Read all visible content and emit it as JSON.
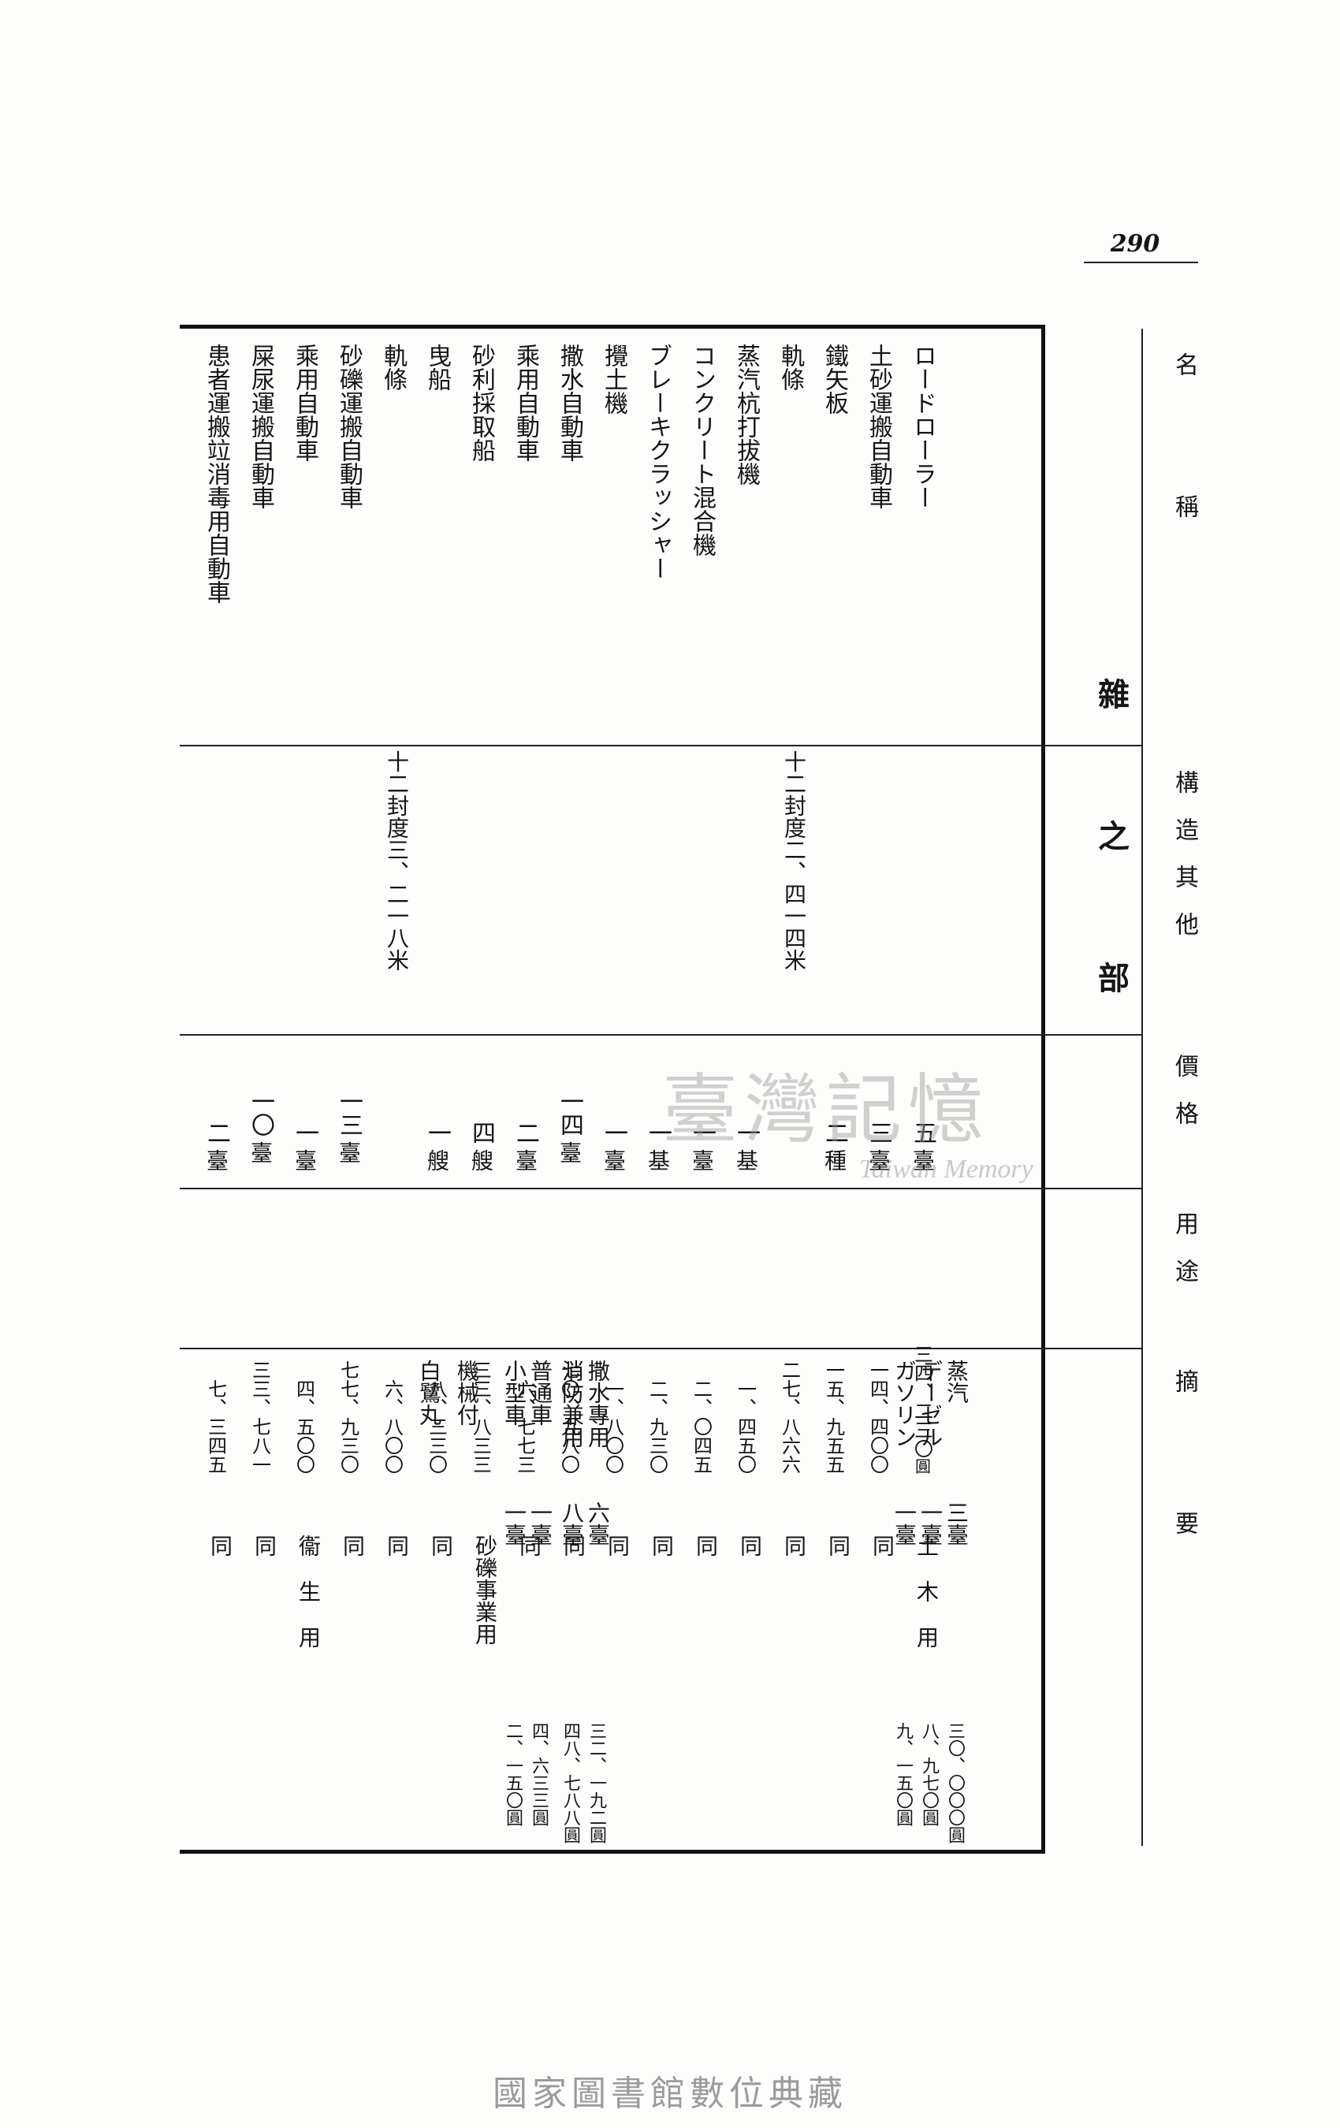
{
  "page_number": "290",
  "section_title": "雜之部",
  "headers": {
    "name": "名　　　　　稱",
    "spec": "構　造　其　他",
    "price": "價　格",
    "use": "用　途",
    "remark": "摘　　　　　要"
  },
  "rows": [
    {
      "name": "ロードローラー",
      "spec_text": "",
      "count": "五",
      "count_unit": "臺",
      "price": "三四、二三〇",
      "price_unit": "圓",
      "use": "土木用"
    },
    {
      "name": "土砂運搬自動車",
      "spec_text": "",
      "count": "三",
      "count_unit": "臺",
      "price": "一四、四〇〇",
      "price_unit": "",
      "use": "同"
    },
    {
      "name": "鐵矢板",
      "spec_text": "",
      "count": "二",
      "count_unit": "種",
      "price": "一五、九五五",
      "price_unit": "",
      "use": "同"
    },
    {
      "name": "軌條",
      "spec_text": "十二封度二、四一四米",
      "count": "",
      "count_unit": "",
      "price": "二七、八六六",
      "price_unit": "",
      "use": "同"
    },
    {
      "name": "蒸汽杭打拔機",
      "spec_text": "",
      "count": "一",
      "count_unit": "基",
      "price": "一、四五〇",
      "price_unit": "",
      "use": "同"
    },
    {
      "name": "コンクリート混合機",
      "spec_text": "",
      "count": "一",
      "count_unit": "臺",
      "price": "二、〇四五",
      "price_unit": "",
      "use": "同"
    },
    {
      "name": "ブレーキクラッシャー",
      "spec_text": "",
      "count": "一",
      "count_unit": "基",
      "price": "二、九三〇",
      "price_unit": "",
      "use": "同"
    },
    {
      "name": "攪土機",
      "spec_text": "",
      "count": "一",
      "count_unit": "臺",
      "price": "一、八〇〇",
      "price_unit": "",
      "use": "同"
    },
    {
      "name": "撒水自動車",
      "spec_text": "",
      "count": "一四",
      "count_unit": "臺",
      "price": "七〇、九八〇",
      "price_unit": "",
      "use": "同"
    },
    {
      "name": "乘用自動車",
      "spec_text": "",
      "count": "二",
      "count_unit": "臺",
      "price": "六、七七三",
      "price_unit": "",
      "use": "同"
    },
    {
      "name": "砂利採取船",
      "spec_text": "",
      "count": "四",
      "count_unit": "艘",
      "price": "三三、八三三",
      "price_unit": "",
      "use": "砂礫事業用"
    },
    {
      "name": "曳船",
      "spec_text": "",
      "count": "一",
      "count_unit": "艘",
      "price": "八、三三〇",
      "price_unit": "",
      "use": "同"
    },
    {
      "name": "軌條",
      "spec_text": "十二封度三、二一八米",
      "count": "",
      "count_unit": "",
      "price": "六、八〇〇",
      "price_unit": "",
      "use": "同"
    },
    {
      "name": "砂礫運搬自動車",
      "spec_text": "",
      "count": "一三",
      "count_unit": "臺",
      "price": "七七、九三〇",
      "price_unit": "",
      "use": "同"
    },
    {
      "name": "乘用自動車",
      "spec_text": "",
      "count": "一",
      "count_unit": "臺",
      "price": "四、五〇〇",
      "price_unit": "",
      "use": "衞生用"
    },
    {
      "name": "屎尿運搬自動車",
      "spec_text": "",
      "count": "一〇",
      "count_unit": "臺",
      "price": "三三、七八一",
      "price_unit": "",
      "use": "同"
    },
    {
      "name": "患者運搬竝消毒用自動車",
      "spec_text": "",
      "count": "二",
      "count_unit": "臺",
      "price": "七、三四五",
      "price_unit": "",
      "use": "同"
    }
  ],
  "remarks": {
    "road_roller": [
      {
        "label": "蒸汽",
        "count": "三臺",
        "amount": "三〇、〇〇〇圓"
      },
      {
        "label": "デーゼル",
        "count": "一臺",
        "amount": "八、九七〇圓"
      },
      {
        "label": "ガソリン",
        "count": "一臺",
        "amount": "九、一五〇圓"
      }
    ],
    "sprinkler": [
      {
        "label": "撒水專用",
        "count": "六臺",
        "amount": "三二、一九二圓"
      },
      {
        "label": "消防兼用",
        "count": "八臺",
        "amount": "四八、七八八圓"
      }
    ],
    "passenger": [
      {
        "label": "普通車",
        "count": "一臺",
        "amount": "四、六三三圓"
      },
      {
        "label": "小型車",
        "count": "一臺",
        "amount": "二、一五〇圓"
      }
    ],
    "dredger": {
      "label": "機械付"
    },
    "tugboat": {
      "label": "白鷺丸"
    }
  },
  "watermark": {
    "chinese": "臺灣記憶",
    "english": "Taiwan Memory"
  },
  "footer": "國家圖書館數位典藏"
}
